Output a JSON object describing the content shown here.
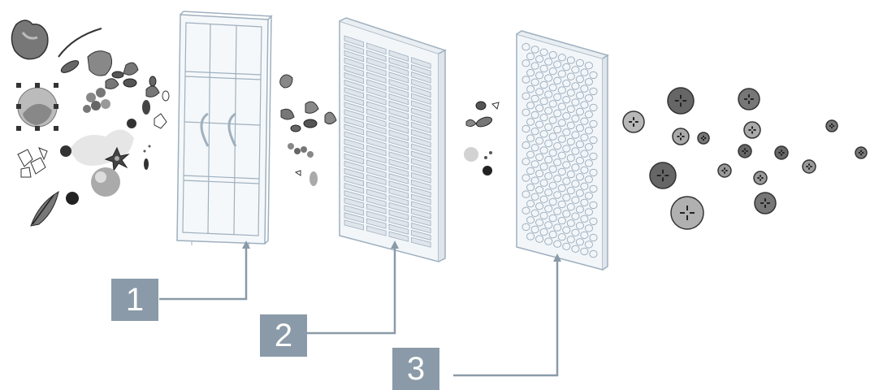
{
  "callouts": [
    {
      "label": "1",
      "stage": "pre-filter"
    },
    {
      "label": "2",
      "stage": "pleated-filter"
    },
    {
      "label": "3",
      "stage": "honeycomb-filter"
    }
  ],
  "colors": {
    "frame_stroke": "#9fb0bf",
    "filter_face": "#f3f6f9",
    "pleat_fill": "#dfe5eb",
    "leader_line": "#8a9aa8",
    "callout_bg": "#8a9aa8",
    "callout_text": "#ffffff",
    "particle_dark": "#3c3c3c",
    "particle_mid": "#888888",
    "particle_light": "#bdbdbd"
  },
  "icons": [
    "dust-particles-icon",
    "pre-filter-icon",
    "pleated-filter-icon",
    "honeycomb-filter-icon",
    "clean-air-particles-icon"
  ]
}
